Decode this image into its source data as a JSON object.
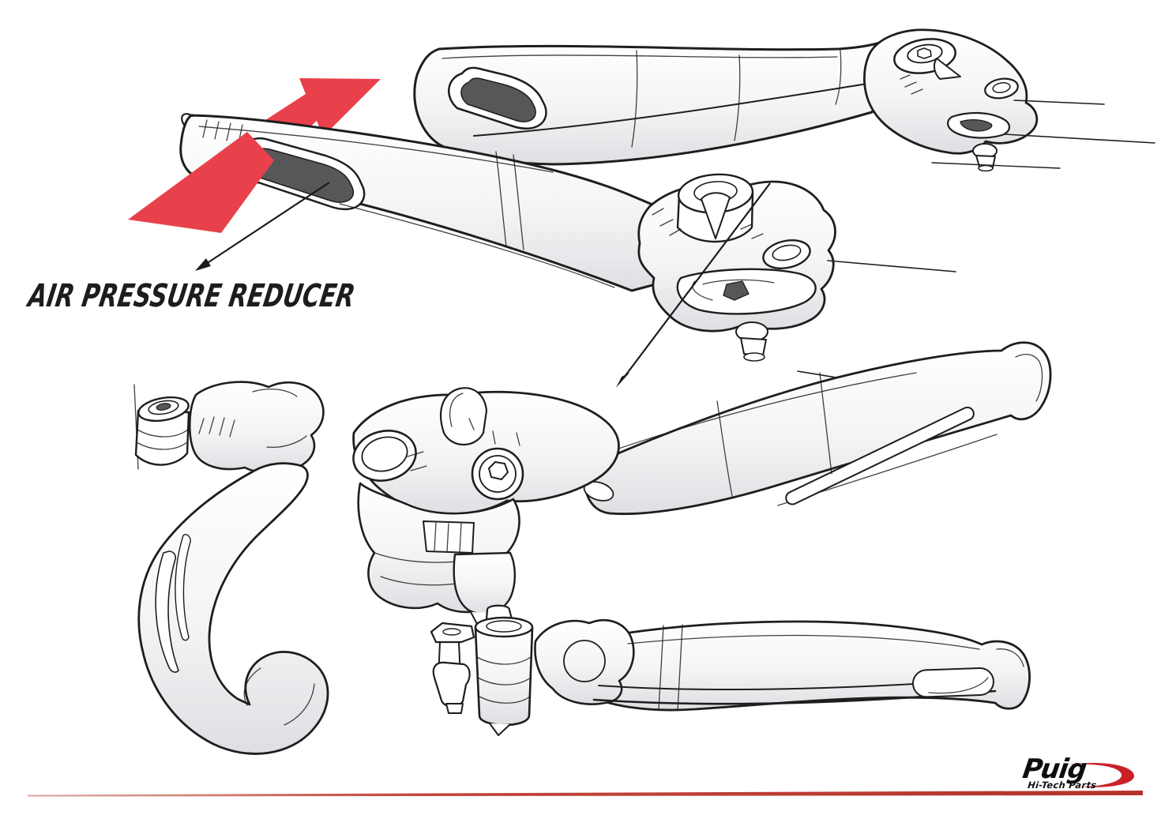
{
  "annotation": {
    "label": "AIR PRESSURE REDUCER"
  },
  "logo": {
    "brand": "Puig",
    "tagline": "Hi-Tech Parts"
  },
  "colors": {
    "ink": "#1e1e1e",
    "airflow_red": "#e8414b",
    "divider_red": "#bf3a33",
    "logo_red": "#cc2027",
    "slot_dark": "#57575a",
    "shade_gray": "#dfdfe3",
    "background": "#ffffff"
  }
}
